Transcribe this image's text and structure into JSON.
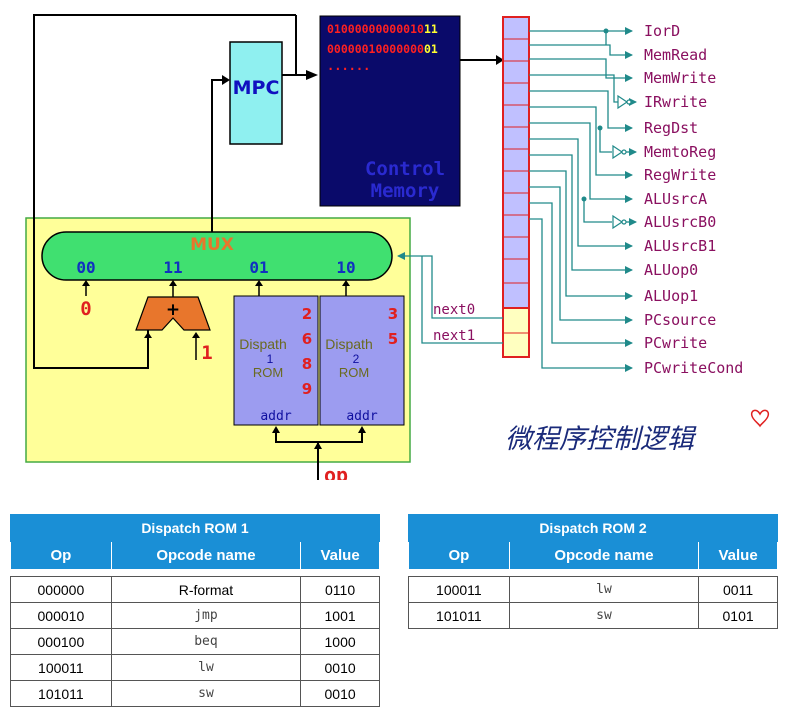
{
  "diagram": {
    "control_memory": {
      "row1_prefix": "01000000000010",
      "row1_suffix": "11",
      "row2_prefix": "00000010000000",
      "row2_suffix": "01",
      "dots": "......",
      "label_line1": "Control",
      "label_line2": "Memory"
    },
    "mpc_label": "MPC",
    "mux": {
      "label": "MUX",
      "inputs": [
        "00",
        "11",
        "01",
        "10"
      ]
    },
    "const_zero": "0",
    "const_one": "1",
    "adder_symbol": "+",
    "rom1": {
      "title": "Dispath",
      "sub": "1",
      "rom": "ROM",
      "addr": "addr",
      "values": [
        "2",
        "6",
        "8",
        "9"
      ]
    },
    "rom2": {
      "title": "Dispath",
      "sub": "2",
      "rom": "ROM",
      "addr": "addr",
      "values": [
        "3",
        "5"
      ]
    },
    "op_label": "op",
    "next0": "next0",
    "next1": "next1",
    "signals": [
      "IorD",
      "MemRead",
      "MemWrite",
      "IRwrite",
      "RegDst",
      "MemtoReg",
      "RegWrite",
      "ALUsrcA",
      "ALUsrcB0",
      "ALUsrcB1",
      "ALUop0",
      "ALUop1",
      "PCsource",
      "PCwrite",
      "PCwriteCond"
    ],
    "caption": "微程序控制逻辑"
  },
  "tables": [
    {
      "title": "Dispatch ROM 1",
      "headers": [
        "Op",
        "Opcode name",
        "Value"
      ],
      "rows": [
        [
          "000000",
          "R-format",
          "0110"
        ],
        [
          "000010",
          "jmp",
          "1001"
        ],
        [
          "000100",
          "beq",
          "1000"
        ],
        [
          "100011",
          "lw",
          "0010"
        ],
        [
          "101011",
          "sw",
          "0010"
        ]
      ]
    },
    {
      "title": "Dispatch ROM 2",
      "headers": [
        "Op",
        "Opcode name",
        "Value"
      ],
      "rows": [
        [
          "100011",
          "lw",
          "0011"
        ],
        [
          "101011",
          "sw",
          "0101"
        ]
      ]
    }
  ],
  "colors": {
    "control_memory_bg": "#0a0a6a",
    "mpc_bg": "#8ff0f0",
    "mux_bg": "#40e070",
    "yellow_bg": "#ffff99",
    "rom_bg": "#9c9cf0",
    "adder_bg": "#e8762c",
    "register_bg": "#c0c0ff",
    "register_border": "#e02020",
    "signal_line": "#208a8a",
    "table_header": "#1a8fd6"
  }
}
